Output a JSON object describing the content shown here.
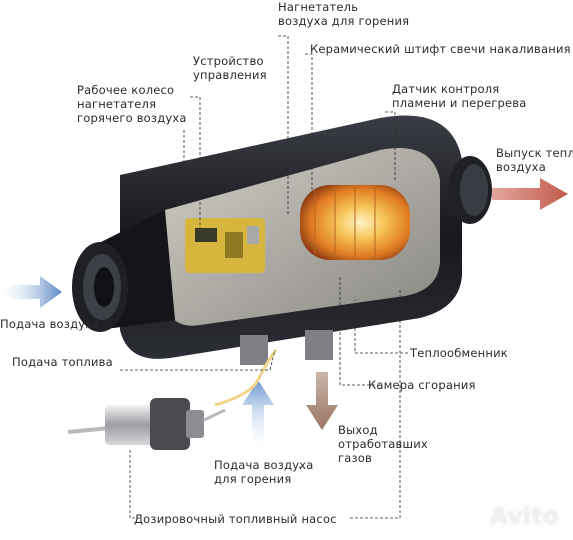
{
  "labels": {
    "blower_top_1": "Нагнетатель",
    "blower_top_2": "воздуха для горения",
    "control_1": "Устройство",
    "control_2": "управления",
    "ceramic_pin": "Керамический штифт свечи накаливания",
    "impeller_1": "Рабочее колесо",
    "impeller_2": "нагнетателя",
    "impeller_3": "горячего воздуха",
    "flame_sensor_1": "Датчик контроля",
    "flame_sensor_2": "пламени и перегрева",
    "hot_air_out_1": "Выпуск теплого",
    "hot_air_out_2": "воздуха",
    "air_in": "Подача воздуха",
    "fuel_in": "Подача топлива",
    "heat_exchanger": "Теплообменник",
    "combustion_chamber": "Камера сгорания",
    "exhaust_1": "Выход",
    "exhaust_2": "отработавших",
    "exhaust_3": "газов",
    "combustion_air_1": "Подача воздуха",
    "combustion_air_2": "для горения",
    "dosing_pump": "Дозировочный топливный насос"
  },
  "watermark": "Avito",
  "colors": {
    "body_dark": "#1e1f24",
    "arrow_blue": "#5b87c6",
    "arrow_red": "#c25a4c",
    "arrow_brown": "#a5806e",
    "flame": "#f3a23a",
    "leader": "#2b2b2b"
  }
}
